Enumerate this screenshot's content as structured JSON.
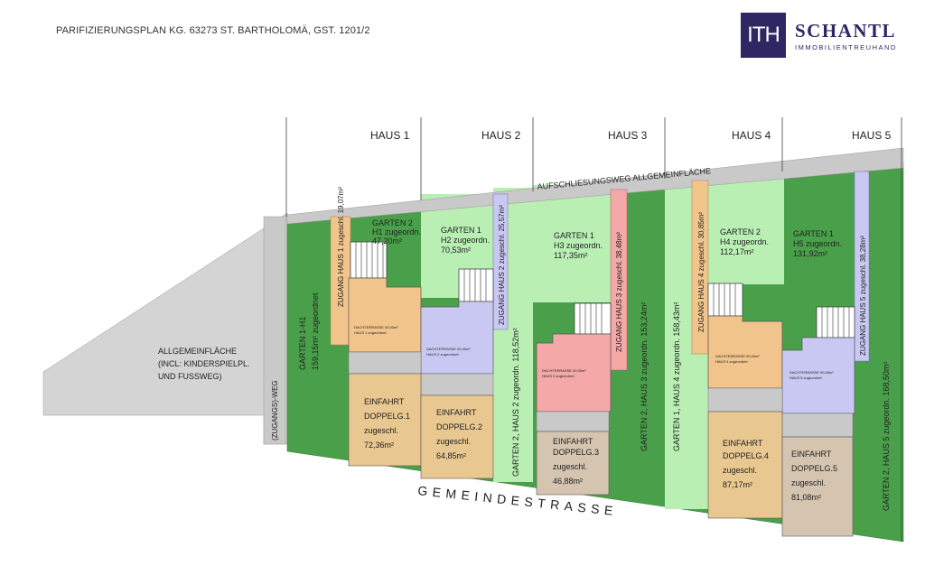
{
  "header": {
    "title": "PARIFIZIERUNGSPLAN KG. 63273 ST. BARTHOLOMÄ, GST. 1201/2"
  },
  "logo": {
    "mark": "ITH",
    "name": "SCHANTL",
    "subtitle": "IMMOBILIENTREUHAND",
    "color": "#2e2763"
  },
  "houses": [
    "HAUS 1",
    "HAUS 2",
    "HAUS 3",
    "HAUS 4",
    "HAUS 5"
  ],
  "access_road": "AUFSCHLIESUNGSWEG  ALLGEMEINFLÄCHE",
  "street": "GEMEINDESTRASSE",
  "common_area": [
    "ALLGEMEINFLÄCHE",
    "(INCL: KINDERSPIELPL.",
    "UND FUSSWEG)"
  ],
  "access_path": "(ZUGANGS)-WEG",
  "vertical_labels": {
    "garten_h1": "GARTEN 1-H1",
    "garten_h1_area": "159,15m² zugeordnet",
    "zugang_h1": "ZUGANG HAUS 1 zugeschl. 19,07m²",
    "zugang_h2": "ZUGANG HAUS 2 zugeschl. 25,57m²",
    "garten2_h2": "GARTEN 2, HAUS 2 zugeordn. 118,52m²",
    "zugang_h3": "ZUGANG HAUS 3 zugeschl. 38,48m²",
    "garten2_h3": "GARTEN 2, HAUS 3 zugeordn. 153,24m²",
    "garten1_h4": "GARTEN 1, HAUS 4 zugeordn. 158,43m²",
    "zugang_h4": "ZUGANG HAUS 4 zugeschl. 30,85m²",
    "zugang_h5": "ZUGANG HAUS 5 zugeschl. 38,28m²",
    "garten2_h5": "GARTEN 2, HAUS 5 zugeordn. 168,50m²"
  },
  "gardens": {
    "g2_h1": [
      "GARTEN 2",
      "H1 zugeordn.",
      "47,20m²"
    ],
    "g1_h2": [
      "GARTEN 1",
      "H2 zugeordn.",
      "70,53m²"
    ],
    "g1_h3": [
      "GARTEN 1",
      "H3 zugeordn.",
      "117,35m²"
    ],
    "g2_h4": [
      "GARTEN 2",
      "H4 zugeordn.",
      "112,17m²"
    ],
    "g1_h5": [
      "GARTEN 1",
      "H5 zugeordn.",
      "131,92m²"
    ]
  },
  "terraces": {
    "h1": [
      "DACHTERRASSE 00,00m²",
      "HAUS 1 zugeordnet"
    ],
    "h2": [
      "DACHTERRASSE 00,00m²",
      "HAUS 2 zugeordnet"
    ],
    "h3": [
      "DACHTERRASSE 00,00m²",
      "HAUS 3 zugeordnet"
    ],
    "h4": [
      "DACHTERRASSE 00,00m²",
      "HAUS 4 zugeordnet"
    ],
    "h5": [
      "DACHTERRASSE 00,00m²",
      "HAUS 5 zugeordnet"
    ]
  },
  "driveways": {
    "d1": [
      "EINFAHRT",
      "DOPPELG.1",
      "zugeschl.",
      "72,36m²"
    ],
    "d2": [
      "EINFAHRT",
      "DOPPELG.2",
      "zugeschl.",
      "64,85m²"
    ],
    "d3": [
      "EINFAHRT",
      "DOPPELG.3",
      "zugeschl.",
      "46,88m²"
    ],
    "d4": [
      "EINFAHRT",
      "DOPPELG.4",
      "zugeschl.",
      "87,17m²"
    ],
    "d5": [
      "EINFAHRT",
      "DOPPELG.5",
      "zugeschl.",
      "81,08m²"
    ]
  },
  "colors": {
    "dark_green": "#4aa04a",
    "light_green": "#b9efb3",
    "gray": "#c9c9c9",
    "path_gray": "#d4d4d4",
    "tan": "#e8c890",
    "orange": "#f0c48a",
    "lavender": "#c8c8f2",
    "pink": "#f4a8a8"
  }
}
